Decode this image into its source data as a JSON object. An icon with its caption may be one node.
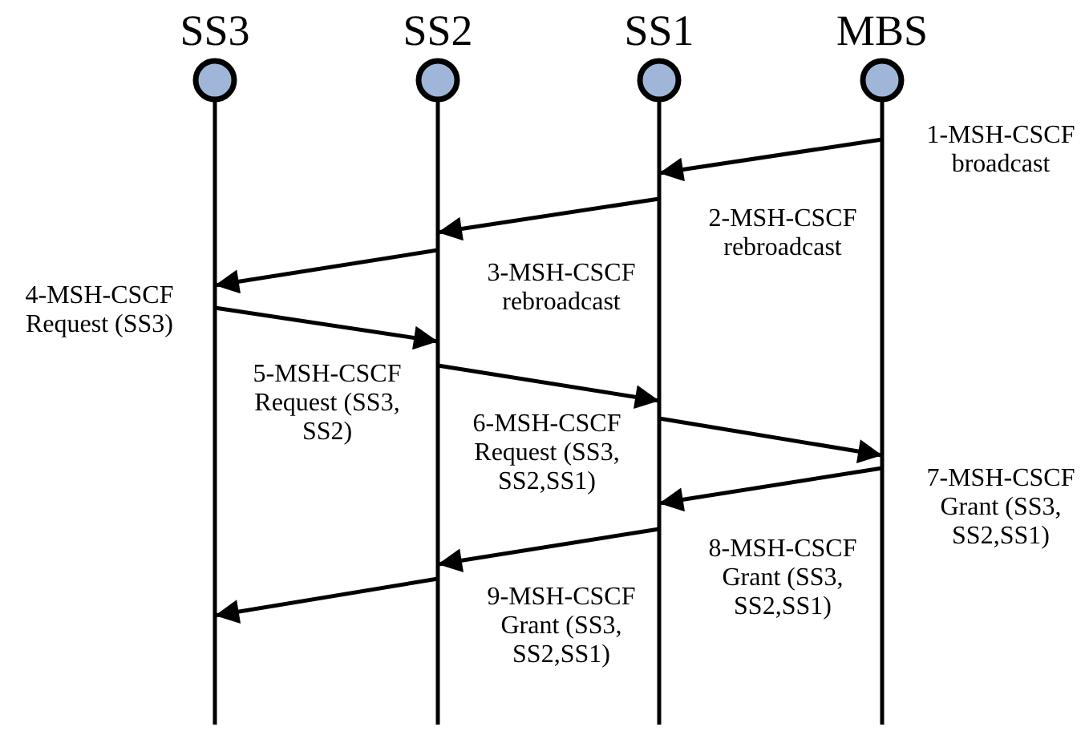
{
  "diagram": {
    "nodes": [
      {
        "text": [
          "SS3"
        ]
      },
      {
        "text": [
          "SS2"
        ]
      },
      {
        "text": [
          "SS1"
        ]
      },
      {
        "text": [
          "MBS"
        ]
      }
    ],
    "edges": [
      {
        "from": 3,
        "to": 2,
        "arrow": "to",
        "label": "1-MSH-CSCF broadcast"
      },
      {
        "from": 2,
        "to": 1,
        "arrow": "to",
        "label": "2-MSH-CSCF rebroadcast"
      },
      {
        "from": 1,
        "to": 0,
        "arrow": "to",
        "label": "3-MSH-CSCF rebroadcast"
      },
      {
        "from": 0,
        "to": 1,
        "arrow": "to",
        "label": "4-MSH-CSCF Request (SS3)"
      },
      {
        "from": 1,
        "to": 2,
        "arrow": "to",
        "label": "5-MSH-CSCF Request (SS3, SS2)"
      },
      {
        "from": 2,
        "to": 3,
        "arrow": "to",
        "label": "6-MSH-CSCF Request (SS3, SS2,SS1)"
      },
      {
        "from": 3,
        "to": 2,
        "arrow": "to",
        "label": "7-MSH-CSCF Grant (SS3, SS2,SS1)"
      },
      {
        "from": 2,
        "to": 1,
        "arrow": "to",
        "label": "8-MSH-CSCF Grant (SS3, SS2,SS1)"
      },
      {
        "from": 1,
        "to": 0,
        "arrow": "to",
        "label": "9-MSH-CSCF Grant (SS3, SS2,SS1)"
      }
    ]
  }
}
